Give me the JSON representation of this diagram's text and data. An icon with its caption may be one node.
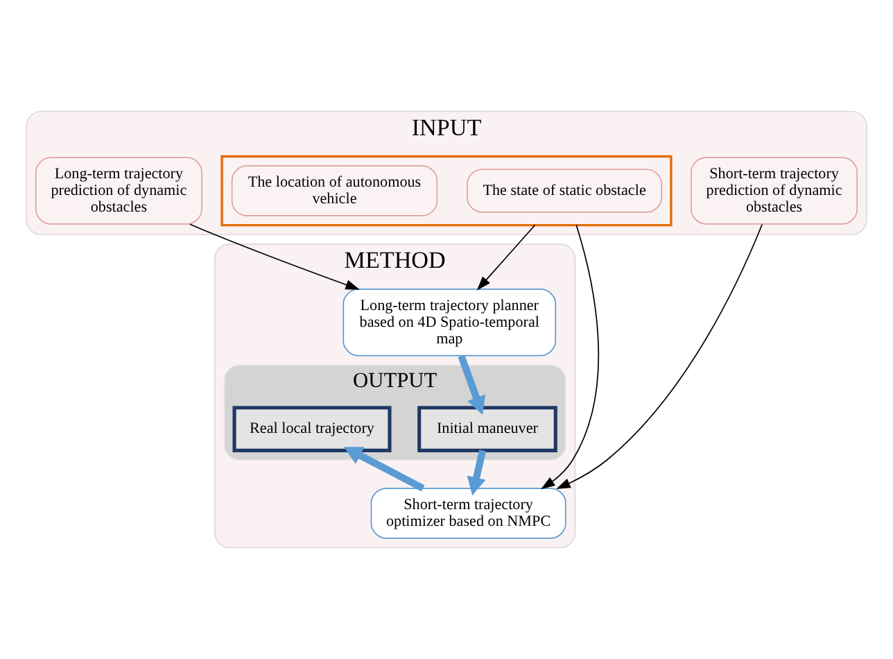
{
  "diagram": {
    "nodes": [
      {
        "text": [
          "INPUT"
        ]
      },
      {
        "text": [
          "Long-term trajectory prediction of dynamic obstacles"
        ],
        "in": 0
      },
      {
        "text": [],
        "shape": "box",
        "in": 0
      },
      {
        "text": [
          "The state of static obstacle"
        ],
        "in": 2
      },
      {
        "text": [
          "The location of autonomous vehicle"
        ],
        "in": 2
      },
      {
        "text": [
          "Short-term trajectory prediction of dynamic obstacles"
        ],
        "in": 0
      },
      {
        "text": [
          "METHOD"
        ]
      },
      {
        "text": [
          "Long-term trajectory planner based on 4D Spatio-temporal map"
        ],
        "in": 6
      },
      {
        "text": [
          "OUTPUT"
        ],
        "in": 6
      },
      {
        "text": [
          "Initial maneuver"
        ],
        "in": 8
      },
      {
        "text": [
          "Real local trajectory"
        ],
        "in": 8
      },
      {
        "text": [
          "Short-term trajectory optimizer based on NMPC"
        ],
        "in": 6
      }
    ],
    "edges": [
      {
        "from": 1,
        "to": 7,
        "arrow": "to"
      },
      {
        "from": 2,
        "to": 7,
        "arrow": "to"
      },
      {
        "from": 2,
        "to": 11,
        "arrow": "to"
      },
      {
        "from": 7,
        "to": 9,
        "arrow": "to",
        "style": "thick",
        "color": "#5b9bd5"
      },
      {
        "from": 9,
        "to": 11,
        "arrow": "to",
        "style": "thick",
        "color": "#5b9bd5"
      },
      {
        "from": 11,
        "to": 10,
        "arrow": "to",
        "style": "thick",
        "color": "#5b9bd5"
      },
      {
        "from": 5,
        "to": 11,
        "arrow": "to"
      }
    ]
  }
}
